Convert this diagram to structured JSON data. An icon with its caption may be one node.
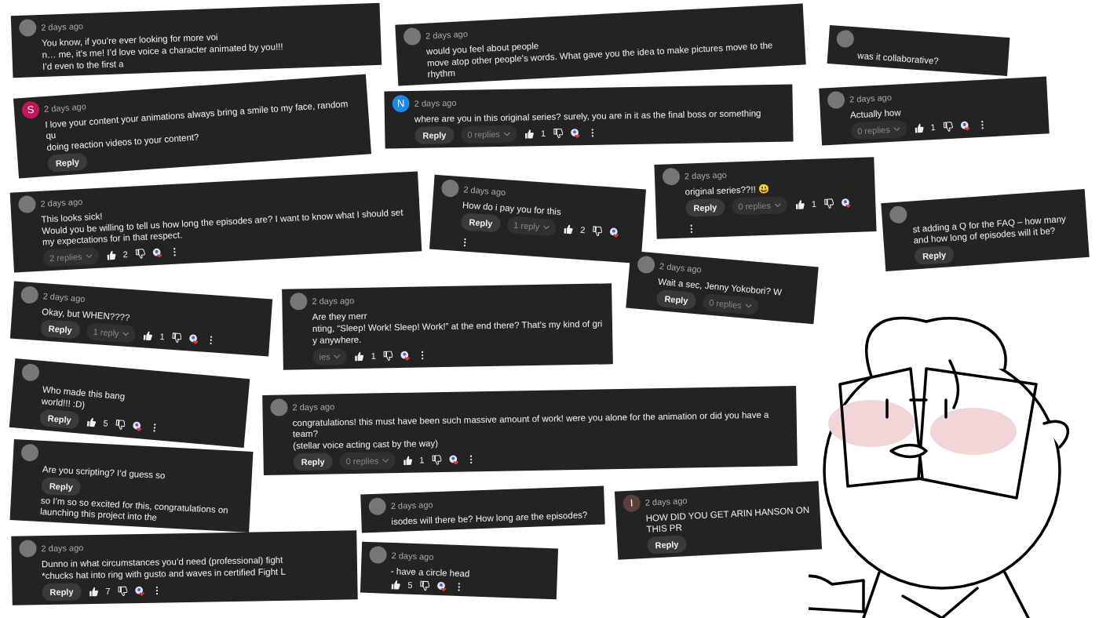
{
  "diagram": {
    "nodes": [
      {
        "text": [
          "2 days ago",
          "You know, if you’re ever looking for more voi",
          "n… me, it’s me! I’d love voice a character animated by you!!!",
          "I’d even to the first a"
        ]
      },
      {
        "text": [
          "2 days ago",
          "would you feel about people",
          "move atop other people’s words. What gave you the idea to make pictures move to the rhythm"
        ]
      },
      {
        "text": [
          "was it collaborative?"
        ]
      },
      {
        "text": [
          "2 days ago",
          "I love your content your animations always bring a smile to my face, random qu",
          "doing reaction videos to your content?",
          "Reply"
        ]
      },
      {
        "text": [
          "S"
        ],
        "in": 3
      },
      {
        "text": [
          "2 days ago",
          "where are you in this original series? surely, you are in it as the final boss or something",
          "Reply",
          "0 replies",
          "1"
        ]
      },
      {
        "text": [
          "N"
        ],
        "in": 5
      },
      {
        "text": [
          "2 days ago",
          "Actually how",
          "0 replies",
          "1"
        ]
      },
      {
        "text": [
          "2 days ago",
          "This looks sick!",
          "Would you be willing to tell us how long the episodes are? I want to know what I should set my expectations for in that respect.",
          "2 replies",
          "2"
        ]
      },
      {
        "text": [
          "2 days ago",
          "How do i pay you for this",
          "Reply",
          "1 reply",
          "2"
        ]
      },
      {
        "text": [
          "2 days ago",
          "original series??!! 😃",
          "Reply",
          "0 replies",
          "1"
        ]
      },
      {
        "text": [
          "st adding a Q for the FAQ – how many and how long of episodes will it be?",
          "Reply"
        ]
      },
      {
        "text": [
          "2 days ago",
          "Okay, but WHEN????",
          "Reply",
          "1 reply",
          "1"
        ]
      },
      {
        "text": [
          "2 days ago",
          "Are they merr",
          "nting, “Sleep! Work! Sleep! Work!” at the end there? That’s my kind of gri",
          "y anywhere.",
          "ies",
          "1"
        ]
      },
      {
        "text": [
          "2 days ago",
          "Wait a sec, Jenny Yokobori? W",
          "Reply",
          "0 replies"
        ]
      },
      {
        "text": [
          "2 days ago",
          "congratulations! this must have been such massive amount of work! were you alone for the animation or did you have a team?",
          "(stellar voice acting cast by the way)",
          "Reply",
          "0 replies",
          "1"
        ]
      },
      {
        "text": [
          "Who made this bang",
          "world!!! :D)",
          "Reply",
          "5"
        ]
      },
      {
        "text": [
          "Are you scripting? I’d guess so",
          "Reply",
          "so I’m so so excited for this, congratulations on launching this project into the"
        ]
      },
      {
        "text": [
          "2 days ago",
          "isodes will there be? How long are the episodes?"
        ]
      },
      {
        "text": [
          "2 days ago",
          "HOW DID YOU GET ARIN HANSON ON THIS PR",
          "Reply"
        ]
      },
      {
        "text": [
          "I"
        ],
        "in": 19
      },
      {
        "text": [
          "2 days ago",
          "- have a circle head",
          "5"
        ]
      },
      {
        "text": [
          "2 days ago",
          "Dunno in what circumstances you’d need (professional) fight",
          "*chucks hat into ring with gusto and waves in certified Fight L",
          "Reply",
          "7"
        ]
      }
    ]
  }
}
